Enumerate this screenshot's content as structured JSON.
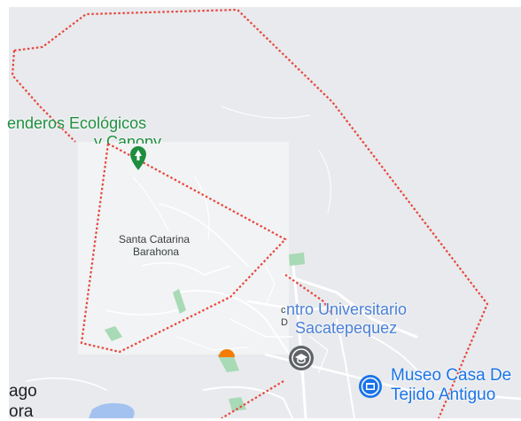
{
  "colors": {
    "land": "#e8eaed",
    "boundary": "#e8453c",
    "park": "#a8dab5",
    "water": "#a3c2f0",
    "road": "#ffffff",
    "poi_green": "#1e8e3e",
    "poi_blue": "#1a73e8",
    "poi_gray": "#5f6368"
  },
  "labels": {
    "park_name_line1": "enderos Ecológicos",
    "park_name_line2": "y Canopy",
    "town_line1": "Santa Catarina",
    "town_line2": "Barahona",
    "university_line1": "ntro Universitario",
    "university_line2": "Sacatepequez",
    "university_prefix1": "c",
    "university_prefix2": "D",
    "museum_line1": "Museo Casa De",
    "museum_line2": "Tejido Antiguo",
    "left_edge_line1": "ago",
    "left_edge_line2": "ora"
  },
  "icons": {
    "park_pin": "tree-pin-icon",
    "university": "graduation-cap-icon",
    "museum": "museum-icon",
    "restaurant": "restaurant-icon"
  }
}
